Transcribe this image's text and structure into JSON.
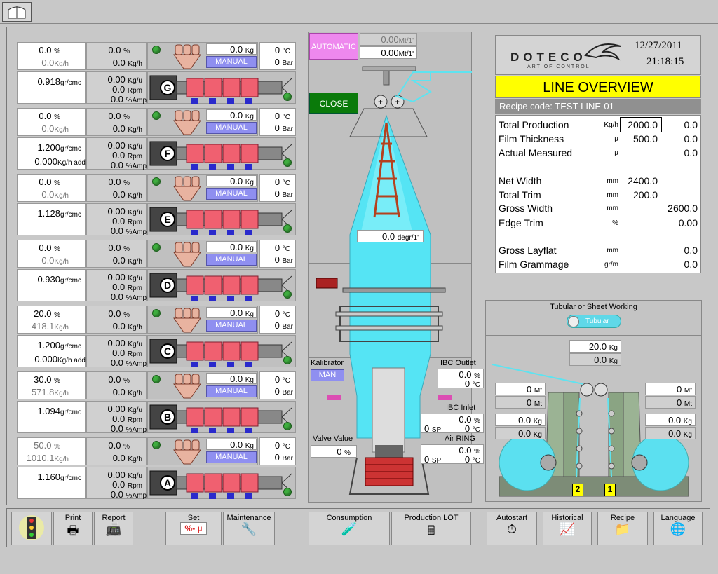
{
  "header": {
    "logo_text": "DOTECO",
    "logo_sub": "ART OF CONTROL",
    "date": "12/27/2011",
    "time": "21:18:15"
  },
  "line_overview": {
    "title": "LINE  OVERVIEW",
    "recipe_label": "Recipe code:",
    "recipe_value": "TEST-LINE-01",
    "rows": [
      {
        "label": "Total Production",
        "unit": "Kg/h",
        "set": "2000.0",
        "act": "0.0"
      },
      {
        "label": "Film Thickness",
        "unit": "µ",
        "set": "500.0",
        "act": "0.0"
      },
      {
        "label": "Actual Measured",
        "unit": "µ",
        "set": "",
        "act": "0.0"
      },
      {
        "label": "Net Width",
        "unit": "mm",
        "set": "2400.0",
        "act": ""
      },
      {
        "label": "Total Trim",
        "unit": "mm",
        "set": "200.0",
        "act": ""
      },
      {
        "label": "Gross Width",
        "unit": "mm",
        "set": "",
        "act": "2600.0"
      },
      {
        "label": "Edge Trim",
        "unit": "%",
        "set": "",
        "act": "0.00"
      },
      {
        "label": "Gross Layflat",
        "unit": "mm",
        "set": "",
        "act": "0.0"
      },
      {
        "label": "Film Grammage",
        "unit": "gr/m",
        "set": "",
        "act": "0.0"
      }
    ]
  },
  "tower": {
    "automatic": "AUTOMATIC",
    "speed_set": "0.00",
    "speed_act": "0.00",
    "speed_unit": "Mt/1'",
    "close": "CLOSE",
    "rotation": "0.0",
    "rotation_unit": "degr/1'",
    "kalibrator": "Kalibrator",
    "kal_mode": "MAN",
    "ibc_outlet": "IBC Outlet",
    "ibc_outlet_pct": "0.0",
    "ibc_outlet_c": "0",
    "ibc_inlet": "IBC Inlet",
    "ibc_inlet_pct": "0.0",
    "ibc_inlet_sp": "0",
    "ibc_inlet_c": "0",
    "valve_label": "Valve Value",
    "valve_value": "0",
    "air_ring": "Air RING",
    "air_pct": "0.0",
    "air_sp": "0",
    "air_c": "0",
    "pct": "%",
    "c": "°C",
    "sp": "SP"
  },
  "winder": {
    "title": "Tubular or Sheet Working",
    "toggle": "Tubular",
    "top_kg1": "20.0",
    "top_kg2": "0.0",
    "left_mt1": "0",
    "left_mt2": "0",
    "left_kg1": "0.0",
    "left_kg2": "0.0",
    "right_mt1": "0",
    "right_mt2": "0",
    "right_kg1": "0.0",
    "right_kg2": "0.0",
    "station2": "2",
    "station1": "1",
    "mt": "Mt",
    "kg": "Kg"
  },
  "extruders": [
    {
      "letter": "G",
      "pct": "0.0",
      "pct_grey": false,
      "kgh": "0.0",
      "kgh_grey": true,
      "s_pct": "0.0",
      "s_kgh": "0.0",
      "density": "0.918",
      "kgh_add": "",
      "kgu": "0.00",
      "rpm": "0.0",
      "amp": "0.0",
      "kg": "0.0",
      "temp": "0",
      "bar": "0"
    },
    {
      "letter": "F",
      "pct": "0.0",
      "pct_grey": false,
      "kgh": "0.0",
      "kgh_grey": true,
      "s_pct": "0.0",
      "s_kgh": "0.0",
      "density": "1.200",
      "kgh_add": "0.000",
      "kgu": "0.00",
      "rpm": "0.0",
      "amp": "0.0",
      "kg": "0.0",
      "temp": "0",
      "bar": "0"
    },
    {
      "letter": "E",
      "pct": "0.0",
      "pct_grey": false,
      "kgh": "0.0",
      "kgh_grey": true,
      "s_pct": "0.0",
      "s_kgh": "0.0",
      "density": "1.128",
      "kgh_add": "",
      "kgu": "0.00",
      "rpm": "0.0",
      "amp": "0.0",
      "kg": "0.0",
      "temp": "0",
      "bar": "0"
    },
    {
      "letter": "D",
      "pct": "0.0",
      "pct_grey": false,
      "kgh": "0.0",
      "kgh_grey": true,
      "s_pct": "0.0",
      "s_kgh": "0.0",
      "density": "0.930",
      "kgh_add": "",
      "kgu": "0.00",
      "rpm": "0.0",
      "amp": "0.0",
      "kg": "0.0",
      "temp": "0",
      "bar": "0"
    },
    {
      "letter": "C",
      "pct": "20.0",
      "pct_grey": false,
      "kgh": "418.1",
      "kgh_grey": true,
      "s_pct": "0.0",
      "s_kgh": "0.0",
      "density": "1.200",
      "kgh_add": "0.000",
      "kgu": "0.00",
      "rpm": "0.0",
      "amp": "0.0",
      "kg": "0.0",
      "temp": "0",
      "bar": "0"
    },
    {
      "letter": "B",
      "pct": "30.0",
      "pct_grey": false,
      "kgh": "571.8",
      "kgh_grey": true,
      "s_pct": "0.0",
      "s_kgh": "0.0",
      "density": "1.094",
      "kgh_add": "",
      "kgu": "0.00",
      "rpm": "0.0",
      "amp": "0.0",
      "kg": "0.0",
      "temp": "0",
      "bar": "0"
    },
    {
      "letter": "A",
      "pct": "50.0",
      "pct_grey": true,
      "kgh": "1010.1",
      "kgh_grey": true,
      "s_pct": "0.0",
      "s_kgh": "0.0",
      "density": "1.160",
      "kgh_add": "",
      "kgu": "0.00",
      "rpm": "0.0",
      "amp": "0.0",
      "kg": "0.0",
      "temp": "0",
      "bar": "0"
    }
  ],
  "ext_units": {
    "pct": "%",
    "kgh": "Kg/h",
    "grcmc": "gr/cmc",
    "kghadd": "Kg/h add",
    "kgu": "Kg/u",
    "rpm": "Rpm",
    "amp": "%Amp",
    "kg": "Kg",
    "c": "°C",
    "bar": "Bar",
    "manual": "MANUAL"
  },
  "toolbar": {
    "print": "Print",
    "report": "Report",
    "set": "Set",
    "set_sym": "%- µ",
    "maintenance": "Maintenance",
    "consumption": "Consumption",
    "production_lot": "Production LOT",
    "autostart": "Autostart",
    "historical": "Historical",
    "recipe": "Recipe",
    "language": "Language"
  }
}
